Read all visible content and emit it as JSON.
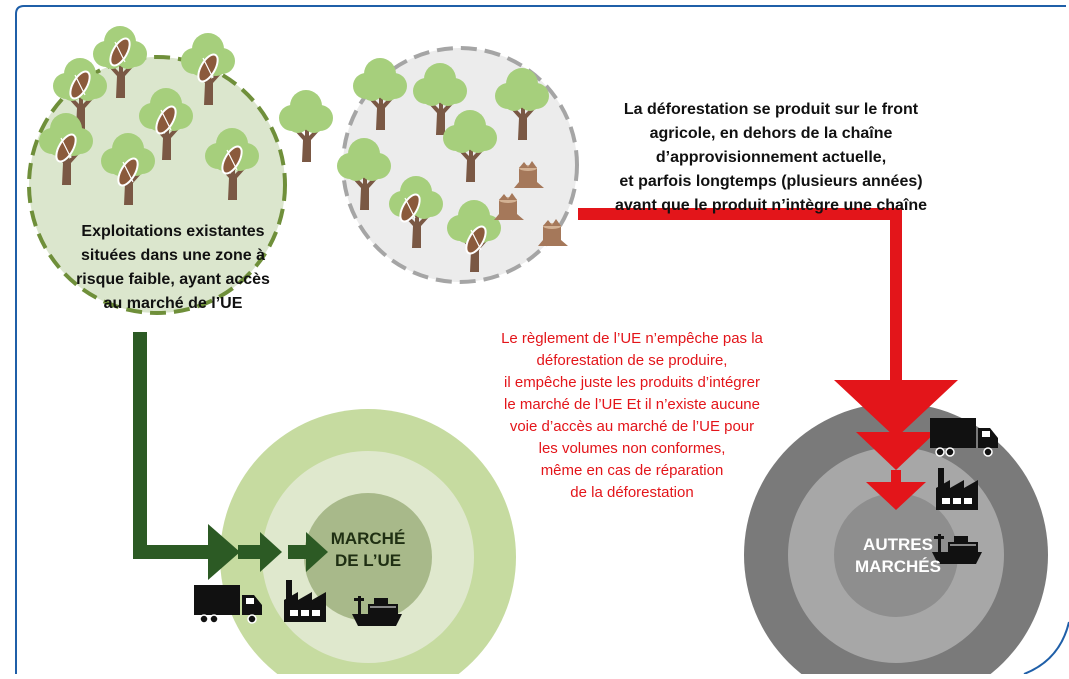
{
  "texts": {
    "left_circle": [
      "Exploitations existantes",
      "situées dans une zone à",
      "risque faible, ayant accès",
      "au marché de l’UE"
    ],
    "frontier": [
      "La déforestation se produit sur le front",
      "agricole, en dehors de la chaîne",
      "d’approvisionnement actuelle,",
      "et parfois longtemps (plusieurs années)",
      "avant que le produit n’intègre une chaîne"
    ],
    "regulation_note": [
      "Le règlement de l’UE n’empêche pas la",
      "déforestation de se produire,",
      "il empêche juste les produits d’intégrer",
      "le marché de l’UE Et il n’existe aucune",
      "voie d’accès au marché de l’UE pour",
      "les volumes non conformes,",
      "même en cas de réparation",
      "de la déforestation"
    ],
    "eu_market": [
      "MARCHÉ",
      "DE L’UE"
    ],
    "other_markets": [
      "AUTRES",
      "MARCHÉS"
    ]
  },
  "icons": [
    "tree-icon",
    "cocoa-pod-icon",
    "stump-icon",
    "truck-icon",
    "factory-icon",
    "ship-icon"
  ],
  "colors": {
    "frame": "#1f5fa8",
    "green_arrow": "#2c5a24",
    "red_arrow": "#e3151a",
    "note_text": "#e3151a",
    "eu_outer": "#c6dba0",
    "eu_middle": "#dfe8cd",
    "eu_core": "#a8b98a",
    "other_outer": "#7a7a7a",
    "other_middle": "#a7a7a7",
    "other_core": "#8e8e8e",
    "left_circle": "#dbe6cd",
    "left_dash": "#6f8f3a",
    "frontier_circle": "#ececec",
    "frontier_dash": "#a5a5a5",
    "tree_canopy": "#a6cf7c",
    "tree_trunk": "#7a5844",
    "cocoa_pod": "#8b5a3c"
  }
}
